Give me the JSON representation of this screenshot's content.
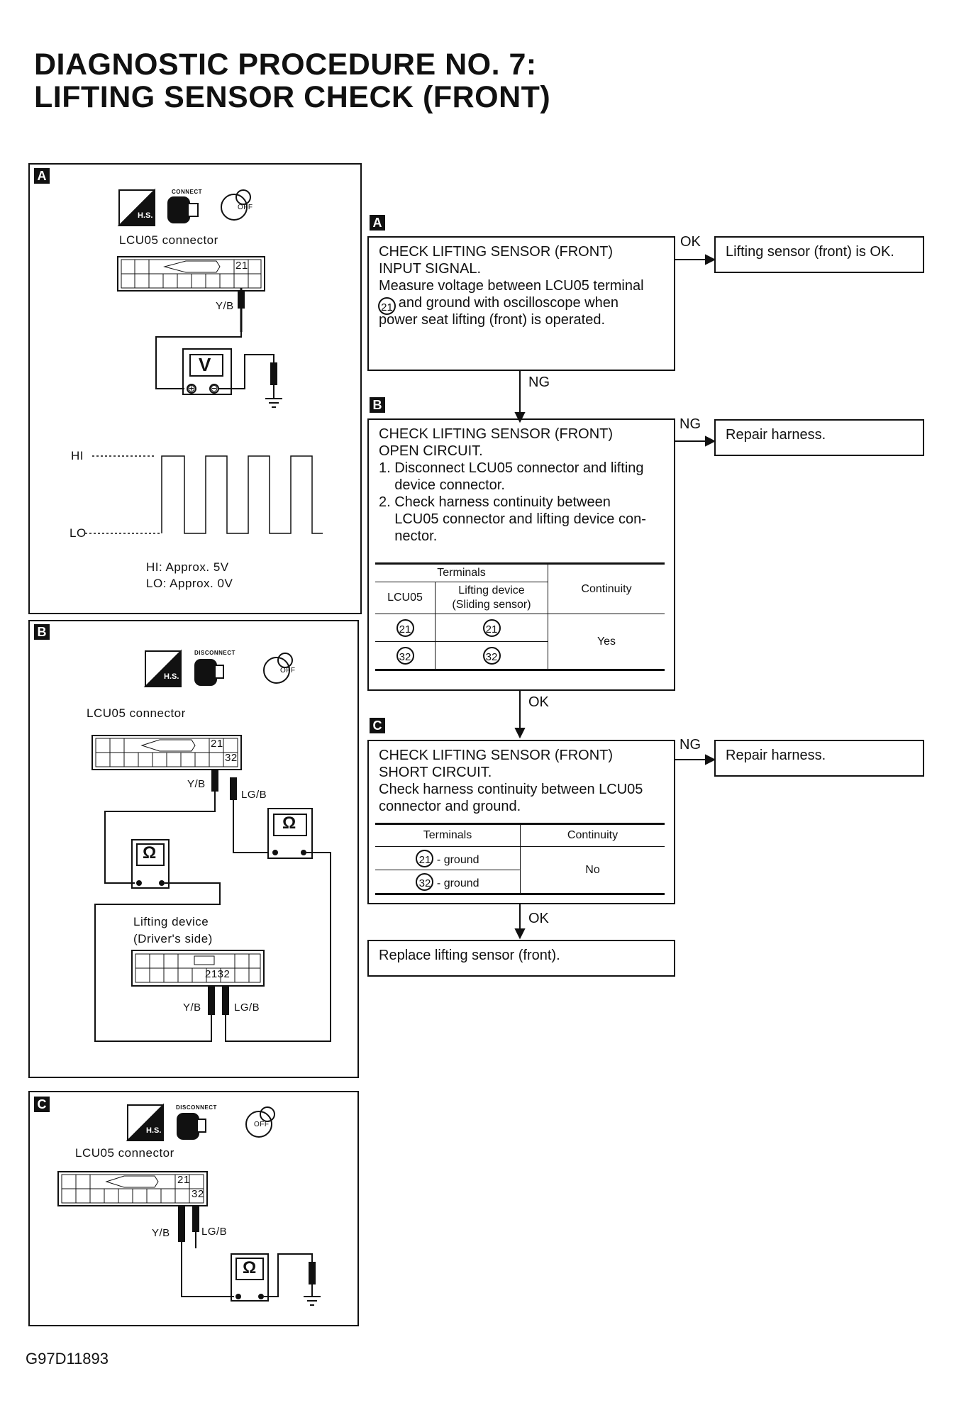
{
  "title": {
    "line1": "DIAGNOSTIC PROCEDURE NO. 7:",
    "line2": "LIFTING SENSOR CHECK (FRONT)"
  },
  "panels": {
    "A": {
      "tag": "A",
      "connector_label": "LCU05  connector",
      "terminal": "21",
      "wire": "Y/B",
      "meter": "V",
      "icon_connect": "CONNECT",
      "icon_off": "OFF",
      "hi_label": "HI",
      "lo_label": "LO",
      "hi_note": "HI:  Approx.  5V",
      "lo_note": "LO:  Approx.  0V"
    },
    "B": {
      "tag": "B",
      "connector_label": "LCU05  connector",
      "terminal_1": "21",
      "terminal_2": "32",
      "wire_1": "Y/B",
      "wire_2": "LG/B",
      "meter": "Ω",
      "icon_disconnect": "DISCONNECT",
      "icon_off": "OFF",
      "device_label_1": "Lifting  device",
      "device_label_2": "(Driver's  side)",
      "device_terminals": "2132",
      "device_wire_1": "Y/B",
      "device_wire_2": "LG/B"
    },
    "C": {
      "tag": "C",
      "connector_label": "LCU05  connector",
      "terminal_1": "21",
      "terminal_2": "32",
      "wire_1": "Y/B",
      "wire_2": "LG/B",
      "meter": "Ω",
      "icon_disconnect": "DISCONNECT",
      "icon_off": "OFF"
    }
  },
  "flow": {
    "stepA": {
      "tag": "A",
      "lines": [
        "CHECK LIFTING SENSOR (FRONT)",
        "INPUT SIGNAL.",
        "Measure voltage between LCU05 terminal",
        "     and ground with oscilloscope when",
        "power seat lifting (front) is operated."
      ],
      "terminal": "21",
      "ok_label": "OK",
      "ok_result": "Lifting sensor (front) is OK.",
      "ng_label": "NG"
    },
    "stepB": {
      "tag": "B",
      "lines": [
        "CHECK LIFTING SENSOR (FRONT)",
        "OPEN CIRCUIT.",
        "1. Disconnect LCU05 connector and lifting",
        "    device connector.",
        "2. Check harness continuity between",
        "    LCU05 connector and lifting device con-",
        "    nector."
      ],
      "ng_label": "NG",
      "ng_result": "Repair harness.",
      "ok_label": "OK",
      "table": {
        "h_terminals": "Terminals",
        "h_lcu": "LCU05",
        "h_dev1": "Lifting device",
        "h_dev2": "(Sliding sensor)",
        "h_cont": "Continuity",
        "rows": [
          [
            "21",
            "21"
          ],
          [
            "32",
            "32"
          ]
        ],
        "result": "Yes"
      }
    },
    "stepC": {
      "tag": "C",
      "lines": [
        "CHECK LIFTING SENSOR (FRONT)",
        "SHORT CIRCUIT.",
        "Check harness continuity between LCU05",
        "connector and ground."
      ],
      "ng_label": "NG",
      "ng_result": "Repair harness.",
      "ok_label": "OK",
      "table": {
        "h_terminals": "Terminals",
        "h_cont": "Continuity",
        "row1_t": "21",
        "row1_s": " - ground",
        "row2_t": "32",
        "row2_s": " - ground",
        "result": "No"
      }
    },
    "final": "Replace lifting sensor (front)."
  },
  "footer_code": "G97D11893"
}
